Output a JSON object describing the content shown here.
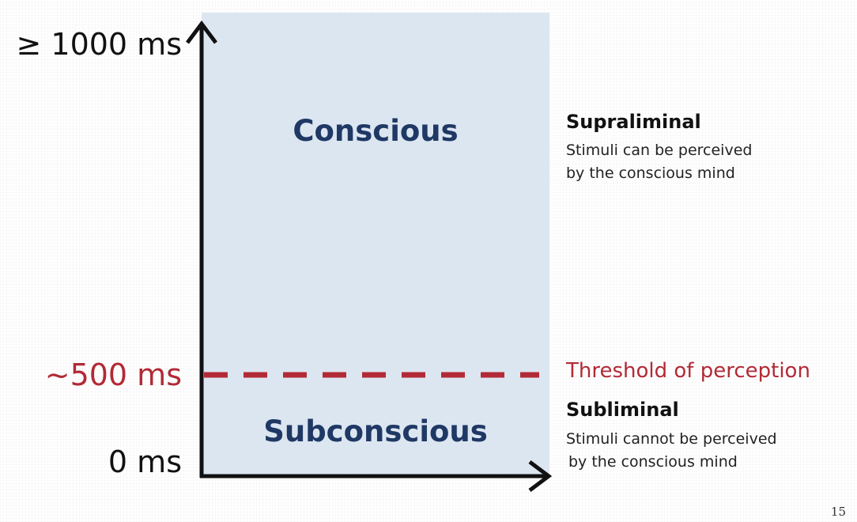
{
  "axis": {
    "top_label": "≥ 1000 ms",
    "threshold_label": "~500 ms",
    "bottom_label": "0 ms"
  },
  "zones": {
    "upper": "Conscious",
    "lower": "Subconscious"
  },
  "supraliminal": {
    "title": "Supraliminal",
    "line1": "Stimuli can be perceived",
    "line2": "by the conscious mind"
  },
  "threshold": {
    "text": "Threshold of perception"
  },
  "subliminal": {
    "title": "Subliminal",
    "line1": "Stimuli cannot be perceived",
    "line2": "by the conscious mind"
  },
  "page_number": "15",
  "colors": {
    "panel": "#dce6f1",
    "zone_text": "#1f3864",
    "threshold": "#b22a36",
    "axis": "#111111"
  }
}
